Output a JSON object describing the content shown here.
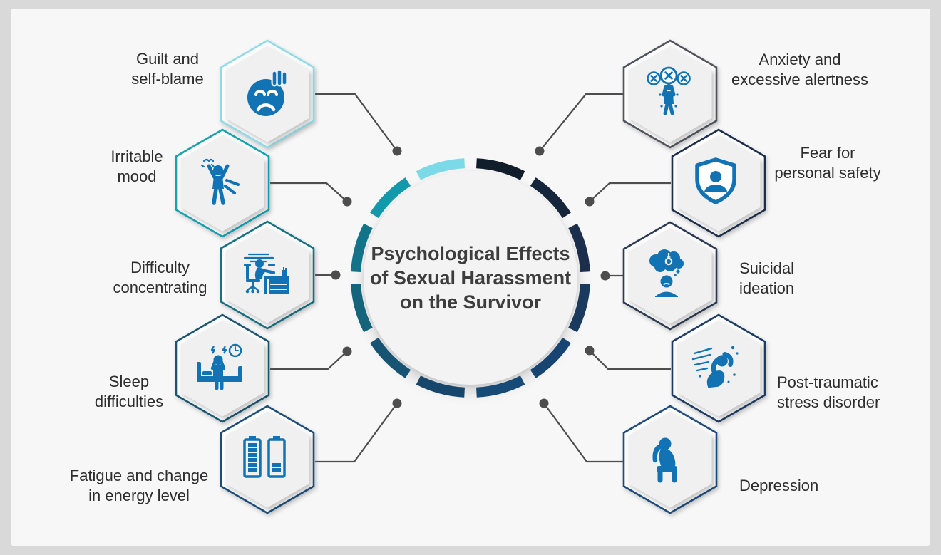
{
  "title": {
    "lines": [
      "Psychological Effects",
      "of Sexual Harassment",
      "on the Survivor"
    ]
  },
  "items": [
    {
      "id": "guilt",
      "lines": [
        "Guilt and",
        "self-blame"
      ],
      "icon": "sad-face-icon",
      "accent": "#8fdce8"
    },
    {
      "id": "irritable",
      "lines": [
        "Irritable",
        "mood"
      ],
      "icon": "angry-person-icon",
      "accent": "#12a2b2"
    },
    {
      "id": "concentrating",
      "lines": [
        "Difficulty",
        "concentrating"
      ],
      "icon": "person-at-desk-icon",
      "accent": "#157183"
    },
    {
      "id": "sleep",
      "lines": [
        "Sleep",
        "difficulties"
      ],
      "icon": "person-on-bed-icon",
      "accent": "#1a5574"
    },
    {
      "id": "fatigue",
      "lines": [
        "Fatigue and change",
        "in energy level"
      ],
      "icon": "batteries-icon",
      "accent": "#1b4d7b"
    },
    {
      "id": "anxiety",
      "lines": [
        "Anxiety and",
        "excessive alertness"
      ],
      "icon": "anxious-person-icon",
      "accent": "#50555c"
    },
    {
      "id": "fear",
      "lines": [
        "Fear for",
        "personal safety"
      ],
      "icon": "shield-person-icon",
      "accent": "#1d2e4c"
    },
    {
      "id": "suicidal",
      "lines": [
        "Suicidal",
        "ideation"
      ],
      "icon": "noose-thought-icon",
      "accent": "#2b3a52"
    },
    {
      "id": "ptsd",
      "lines": [
        "Post-traumatic",
        "stress disorder"
      ],
      "icon": "crouching-person-icon",
      "accent": "#1d3c64"
    },
    {
      "id": "depression",
      "lines": [
        "Depression"
      ],
      "icon": "sitting-person-icon",
      "accent": "#1c4b7c"
    }
  ],
  "ring_colors": [
    "#111d2b",
    "#15253c",
    "#1b2e4c",
    "#1a3a5e",
    "#174471",
    "#164a77",
    "#16466b",
    "#175474",
    "#14647c",
    "#137389",
    "#129aac",
    "#7cd9e8"
  ],
  "palette": {
    "icon_blue": "#1173b4",
    "connector": "#4d4d4d",
    "panel_bg": "#f7f7f7",
    "outer_bg": "#d9d9d9",
    "title_text": "#3d3d3d",
    "label_text": "#2d2d2d",
    "circle_fill": "#f3f3f3"
  }
}
